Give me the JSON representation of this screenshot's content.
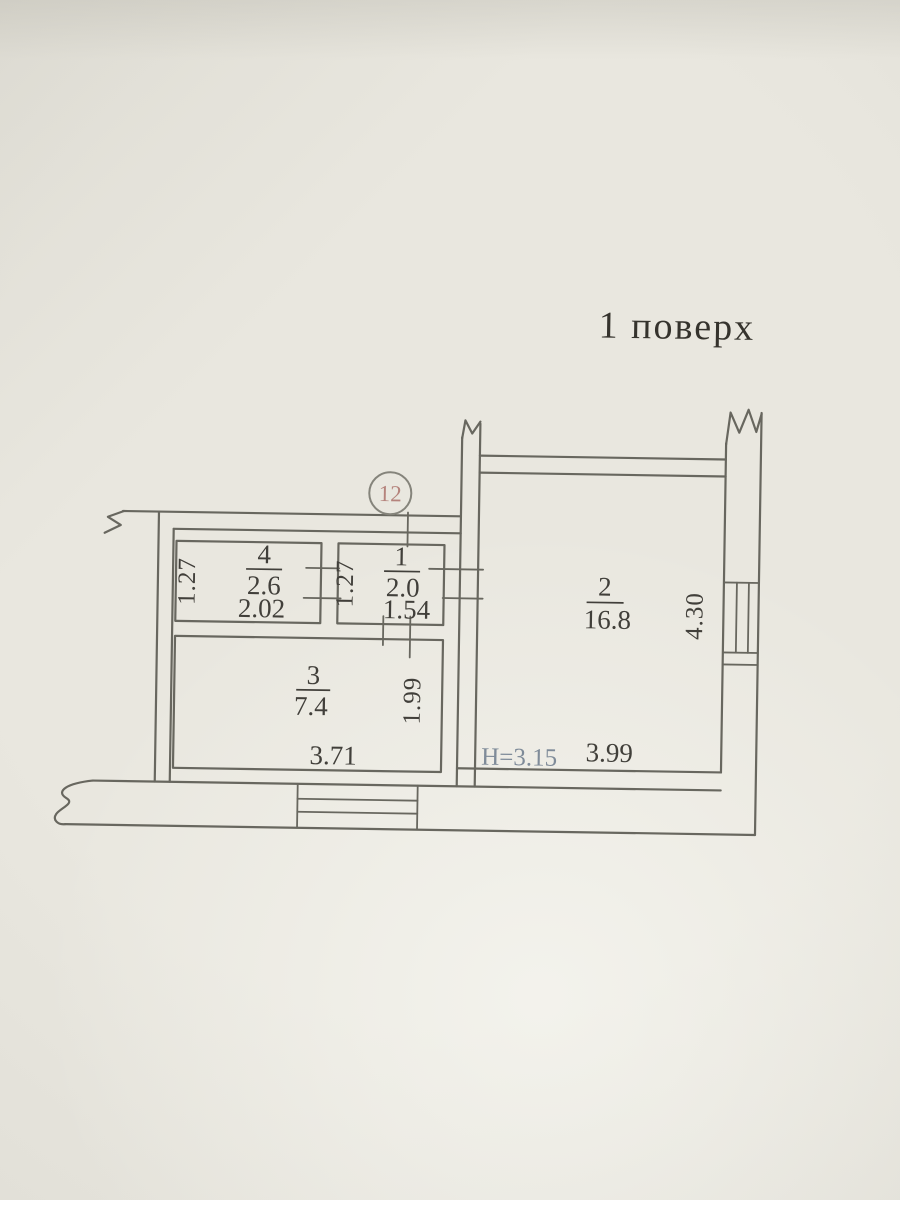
{
  "title": "1 поверх",
  "plan": {
    "unit_label": "12",
    "ceiling_height_note": "H=3.15",
    "rooms": {
      "r1": {
        "number": "1",
        "area": "2.0",
        "width_dim": "1.54",
        "depth_dim": "1.27"
      },
      "r2": {
        "number": "2",
        "area": "16.8",
        "width_dim": "3.99",
        "depth_dim": "4.30"
      },
      "r3": {
        "number": "3",
        "area": "7.4",
        "width_dim": "3.71",
        "depth_dim": "1.99"
      },
      "r4": {
        "number": "4",
        "area": "2.6",
        "width_dim": "2.02",
        "depth_dim": "1.27"
      }
    }
  },
  "colors": {
    "paper": "#e8e6de",
    "line": "#68675f",
    "ink": "#413f3a",
    "accent": "#b5837c",
    "note": "#7f8b99"
  }
}
